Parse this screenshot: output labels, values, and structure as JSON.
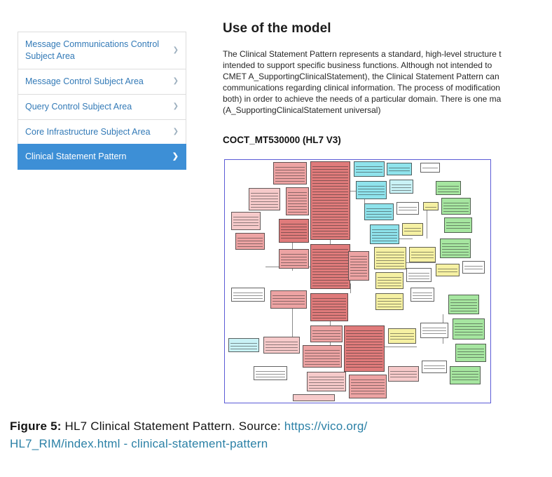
{
  "sidebar": {
    "chevron": "❯",
    "items": [
      {
        "label": "Message Communications Control Subject Area",
        "active": false
      },
      {
        "label": "Message Control Subject Area",
        "active": false
      },
      {
        "label": "Query Control Subject Area",
        "active": false
      },
      {
        "label": "Core Infrastructure Subject Area",
        "active": false
      },
      {
        "label": "Clinical Statement Pattern",
        "active": true
      }
    ]
  },
  "content": {
    "heading": "Use of the model",
    "paragraph_lines": [
      "The Clinical Statement Pattern represents a standard, high-level structure t",
      "intended to support specific business functions. Although not intended to",
      "CMET A_SupportingClinicalStatement), the Clinical Statement Pattern can",
      "communications regarding clinical information. The process of modification",
      "both) in order to achieve the needs of a particular domain. There is one ma",
      "(A_SupportingClinicalStatement universal)"
    ],
    "diagram_title": "COCT_MT530000 (HL7 V3)"
  },
  "caption": {
    "label": "Figure 5:",
    "body": " HL7 Clinical Statement Pattern. Source: ",
    "link_line1": "https://vico.org/",
    "link_line2": "HL7_RIM/index.html - clinical-statement-pattern"
  },
  "colors": {
    "accent": "#3d8fd6",
    "sidebar_link": "#337ab7",
    "caption_link": "#2b80a6",
    "diagram_border": "#5b5bd6"
  },
  "diagram": {
    "palette": {
      "R": "#e07b7b",
      "P": "#eda3a3",
      "LP": "#f6caca",
      "C": "#8fe3ec",
      "LC": "#c9f2f6",
      "Y": "#f6f1a3",
      "G": "#a6e6a0",
      "W": "#ffffff"
    },
    "boxes": [
      [
        69,
        3,
        48,
        32,
        "P"
      ],
      [
        122,
        2,
        57,
        112,
        "R"
      ],
      [
        87,
        39,
        33,
        40,
        "P"
      ],
      [
        34,
        40,
        45,
        32,
        "LP"
      ],
      [
        9,
        74,
        42,
        26,
        "LP"
      ],
      [
        15,
        104,
        42,
        24,
        "P"
      ],
      [
        77,
        84,
        43,
        34,
        "R"
      ],
      [
        122,
        120,
        57,
        64,
        "R"
      ],
      [
        77,
        127,
        43,
        28,
        "P"
      ],
      [
        184,
        2,
        44,
        22,
        "C"
      ],
      [
        231,
        4,
        36,
        18,
        "C"
      ],
      [
        187,
        30,
        44,
        26,
        "C"
      ],
      [
        235,
        28,
        34,
        20,
        "LC"
      ],
      [
        199,
        62,
        42,
        24,
        "C"
      ],
      [
        245,
        60,
        32,
        18,
        "W"
      ],
      [
        279,
        4,
        28,
        14,
        "W"
      ],
      [
        301,
        30,
        36,
        20,
        "G"
      ],
      [
        309,
        54,
        42,
        24,
        "G"
      ],
      [
        313,
        82,
        40,
        22,
        "G"
      ],
      [
        283,
        60,
        22,
        12,
        "Y"
      ],
      [
        207,
        92,
        42,
        28,
        "C"
      ],
      [
        253,
        90,
        30,
        18,
        "Y"
      ],
      [
        213,
        124,
        46,
        32,
        "Y"
      ],
      [
        263,
        124,
        38,
        22,
        "Y"
      ],
      [
        307,
        112,
        44,
        28,
        "G"
      ],
      [
        215,
        160,
        40,
        24,
        "Y"
      ],
      [
        259,
        154,
        36,
        20,
        "W"
      ],
      [
        301,
        148,
        34,
        18,
        "Y"
      ],
      [
        339,
        144,
        32,
        18,
        "W"
      ],
      [
        176,
        130,
        30,
        42,
        "P"
      ],
      [
        122,
        190,
        54,
        40,
        "R"
      ],
      [
        65,
        186,
        52,
        26,
        "P"
      ],
      [
        9,
        182,
        48,
        20,
        "W"
      ],
      [
        215,
        190,
        40,
        24,
        "Y"
      ],
      [
        265,
        182,
        34,
        20,
        "W"
      ],
      [
        319,
        192,
        44,
        28,
        "G"
      ],
      [
        325,
        226,
        46,
        30,
        "G"
      ],
      [
        329,
        262,
        44,
        26,
        "G"
      ],
      [
        122,
        236,
        46,
        24,
        "P"
      ],
      [
        170,
        236,
        58,
        66,
        "R"
      ],
      [
        111,
        264,
        56,
        32,
        "P"
      ],
      [
        55,
        252,
        52,
        24,
        "LP"
      ],
      [
        5,
        254,
        44,
        20,
        "LC"
      ],
      [
        233,
        240,
        40,
        22,
        "Y"
      ],
      [
        279,
        232,
        40,
        22,
        "W"
      ],
      [
        177,
        306,
        54,
        34,
        "P"
      ],
      [
        117,
        302,
        56,
        28,
        "LP"
      ],
      [
        233,
        294,
        44,
        22,
        "LP"
      ],
      [
        281,
        286,
        36,
        18,
        "W"
      ],
      [
        97,
        334,
        60,
        10,
        "LP"
      ],
      [
        41,
        294,
        48,
        20,
        "W"
      ],
      [
        321,
        294,
        44,
        26,
        "G"
      ]
    ],
    "lines": [
      [
        58,
        152,
        64,
        1
      ],
      [
        96,
        118,
        1,
        40
      ],
      [
        150,
        114,
        1,
        22
      ],
      [
        179,
        44,
        20,
        1
      ],
      [
        199,
        54,
        1,
        8
      ],
      [
        228,
        112,
        40,
        1
      ],
      [
        288,
        72,
        1,
        40
      ],
      [
        259,
        146,
        42,
        1
      ],
      [
        150,
        230,
        1,
        36
      ],
      [
        228,
        266,
        46,
        1
      ],
      [
        96,
        212,
        1,
        40
      ],
      [
        311,
        220,
        1,
        42
      ],
      [
        179,
        176,
        1,
        14
      ],
      [
        60,
        64,
        14,
        1
      ],
      [
        152,
        157,
        24,
        1
      ]
    ]
  }
}
